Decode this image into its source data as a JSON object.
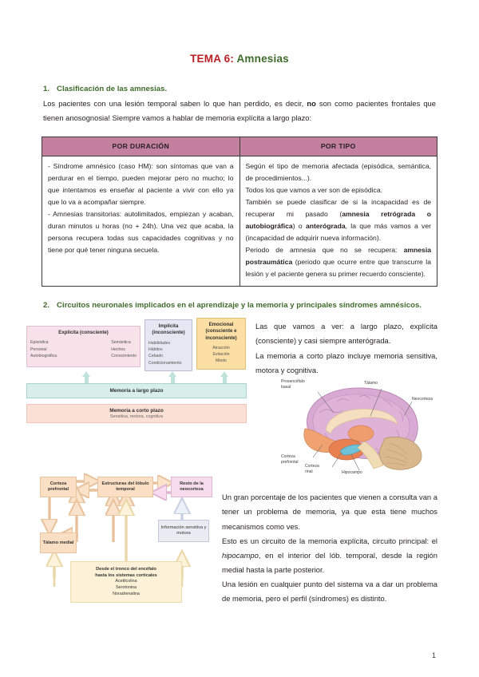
{
  "document": {
    "title_part1": "TEMA 6",
    "title_sep": ": ",
    "title_part2": "Amnesias",
    "page_number": "1"
  },
  "section1": {
    "number": "1.",
    "heading": "Clasificación de las amnesias.",
    "intro_a": "Los pacientes con una lesión temporal saben lo que han perdido, es decir, ",
    "intro_b": "no",
    "intro_c": " son como pacientes frontales que tienen anosognosia! Siempre vamos a hablar de memoria explícita a largo plazo:"
  },
  "table": {
    "headers": [
      "POR DURACIÓN",
      "POR TIPO"
    ],
    "cell_duracion": [
      "-  Síndrome amnésico (caso HM): son síntomas que van a perdurar en el tiempo, pueden mejorar pero no mucho; lo que intentamos es enseñar al paciente a vivir con ello ya que lo va  a acompañar siempre.",
      "-  Amnesias transitorias: autolimitados, empiezan y acaban, duran minutos u horas (no + 24h). Una vez que acaba, la persona recupera todas sus capacidades cognitivas y no tiene por qué tener ninguna secuela."
    ],
    "cell_tipo_p1": "Según el tipo de memoria afectada (episódica, semántica, de procedimientos...).",
    "cell_tipo_p2": "Todos los que vamos a ver son de episódica.",
    "cell_tipo_p3_a": "También se puede clasificar de si la incapacidad es de recuperar mi pasado (",
    "cell_tipo_p3_b": "amnesia retrógrada o autobiográfica",
    "cell_tipo_p3_c": ") o ",
    "cell_tipo_p3_d": "anterógrada",
    "cell_tipo_p3_e": ", la que más vamos a ver (incapacidad de adquirir nueva información).",
    "cell_tipo_p4_a": "Periodo de amnesia que no se recupera: ",
    "cell_tipo_p4_b": "amnesia postraumática",
    "cell_tipo_p4_c": " (periodo que ocurre entre que transcurre la lesión y el paciente genera su primer recuerdo consciente)."
  },
  "section2": {
    "number": "2.",
    "heading": "Circuitos neuronales implicados en el aprendizaje y la memoria y principales síndromes amnésicos."
  },
  "notes": {
    "note1_l1": "Las que vamos a ver: a largo plazo, explícita (consciente) y casi siempre anterógrada.",
    "note1_l2": "La memoria a corto plazo incluye memoria sensitiva, motora y cognitiva.",
    "note2_p1": "Un gran porcentaje de los pacientes que vienen a consulta van a tener un problema de memoria, ya que esta tiene muchos mecanismos como ves.",
    "note2_p2_a": "Esto es un circuito de la memoria explícita, circuito principal: el ",
    "note2_p2_b": "hipocampo",
    "note2_p2_c": ", en el interior del lób. temporal, desde la región medial hasta la parte posterior.",
    "note2_p3": "Una lesión en cualquier punto del sistema va a dar un problema de memoria, pero el perfil (síndromes) es distinto."
  },
  "memory_schema": {
    "explicita": {
      "title": "Explícita\n(consciente)",
      "col1": [
        "Episódica",
        "Personal",
        "Autobiográfica"
      ],
      "col2": [
        "Semántica",
        "Hechos",
        "Conocimiento"
      ]
    },
    "implicita": {
      "title": "Implícita\n(inconsciente)",
      "items": [
        "Habilidades",
        "Hábitos",
        "Cebado",
        "Condicionamiento"
      ]
    },
    "emocional": {
      "title": "Emocional\n(consciente e\ninconsciente)",
      "items": [
        "Atracción",
        "Evitación",
        "Miedo"
      ]
    },
    "long_term": "Memoria a largo plazo",
    "short_term": "Memoria a corto plazo",
    "short_term_sub": "Sensitiva, motora, cognitiva"
  },
  "brain_diagram": {
    "labels": [
      "Prosencéfalo\nbasal",
      "Tálamo",
      "Neocorteza",
      "Corteza\nprefrontal",
      "Corteza\nrinal",
      "Hipocampo"
    ]
  },
  "circuit_diagram": {
    "corteza_prefrontal": "Corteza\nprefrontal",
    "estructuras": "Estructuras\ndel lóbulo temporal",
    "resto_neocorteza": "Resto de la\nneocorteza",
    "talamo_medial": "Tálamo\nmedial",
    "informacion": "Información\nsensitiva y motora",
    "tronco_title": "Desde el tronco del encéfalo\nhasta los sistemas corticales",
    "tronco_items": [
      "Acetilcolina",
      "Serotonina",
      "Noradrenalina"
    ]
  },
  "colors": {
    "title_red": "#b91f24",
    "title_green": "#3f6b2b",
    "heading_green": "#3f6b2b",
    "table_header_pink": "#c4819f",
    "explicita_pink": "#f7e2ea",
    "implicita_blue": "#e6e7f2",
    "emocional_yellow": "#fbdfa4",
    "long_term_teal": "#d8eeea",
    "short_term_peach": "#fbe0d6",
    "circuit_orange": "#fbdfc4",
    "circuit_pink": "#f6dced",
    "circuit_cream": "#fdf2d8"
  }
}
